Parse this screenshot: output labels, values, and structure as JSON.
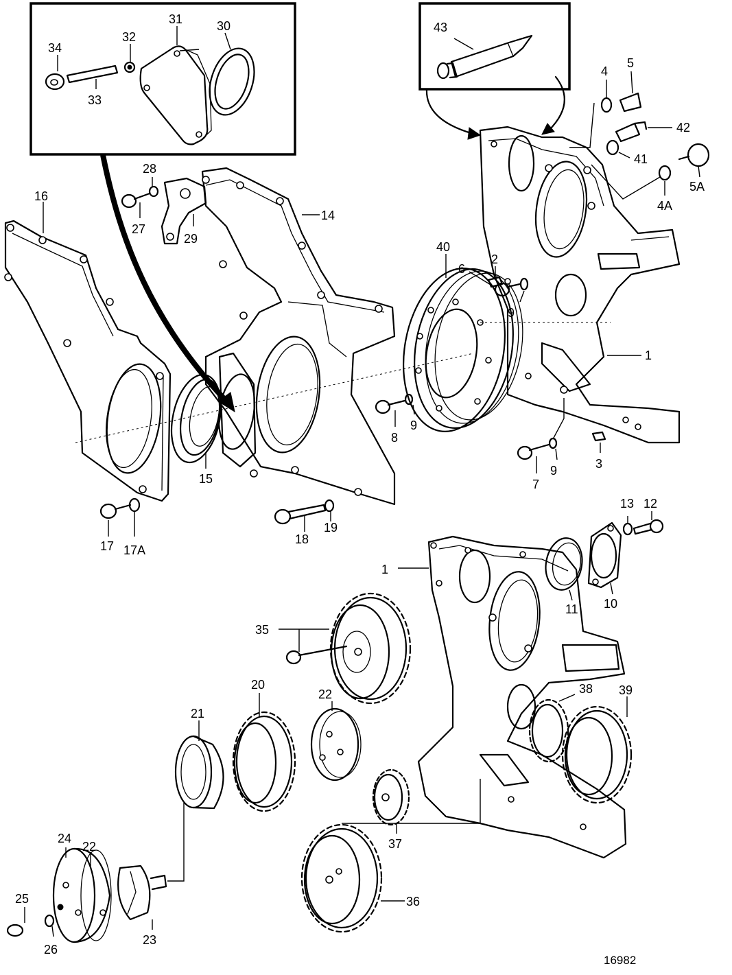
{
  "drawing_number": "16982",
  "labels": [
    "1",
    "1",
    "2",
    "3",
    "4",
    "4A",
    "5",
    "5A",
    "6",
    "7",
    "8",
    "9",
    "9",
    "9",
    "10",
    "11",
    "12",
    "13",
    "14",
    "15",
    "16",
    "17",
    "17A",
    "18",
    "19",
    "20",
    "21",
    "22",
    "22",
    "23",
    "24",
    "25",
    "26",
    "27",
    "28",
    "29",
    "30",
    "31",
    "32",
    "33",
    "34",
    "35",
    "36",
    "37",
    "38",
    "39",
    "40",
    "41",
    "42",
    "43"
  ]
}
